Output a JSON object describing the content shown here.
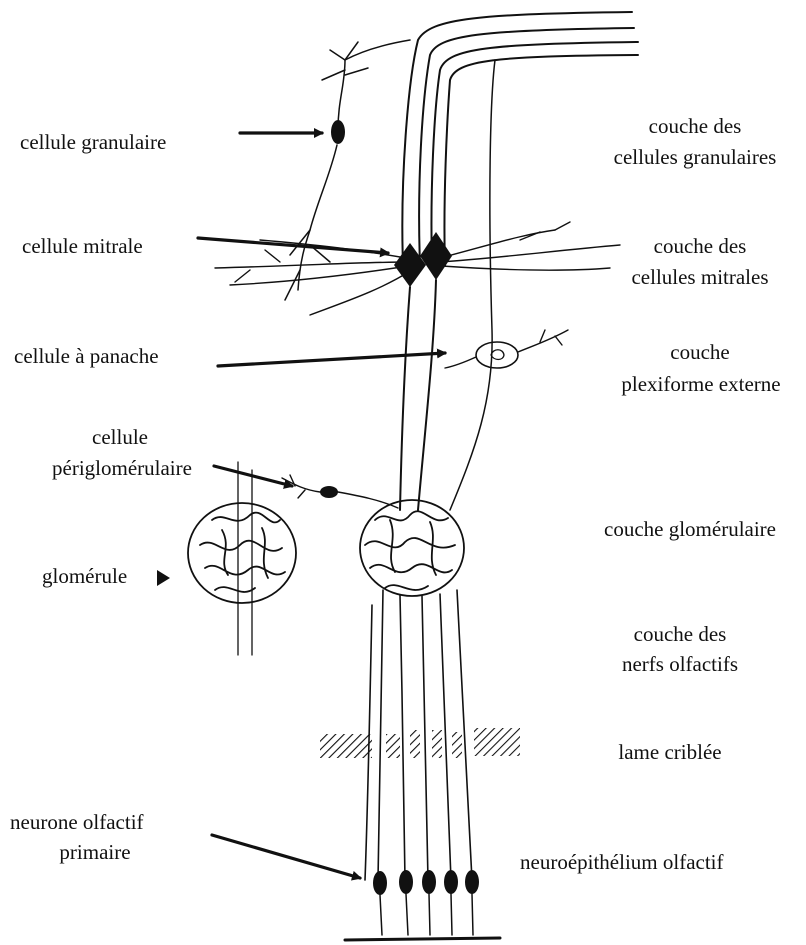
{
  "left_labels": {
    "granular_cell": "cellule granulaire",
    "mitral_cell": "cellule mitrale",
    "tufted_cell": "cellule à panache",
    "periglomerular_cell_line1": "cellule",
    "periglomerular_cell_line2": "périglomérulaire",
    "glomerulus": "glomérule",
    "olfactory_neuron_line1": "neurone olfactif",
    "olfactory_neuron_line2": "primaire"
  },
  "right_labels": {
    "granular_layer_line1": "couche des",
    "granular_layer_line2": "cellules granulaires",
    "mitral_layer_line1": "couche des",
    "mitral_layer_line2": "cellules mitrales",
    "plexiform_layer_line1": "couche",
    "plexiform_layer_line2": "plexiforme externe",
    "glomerular_layer": "couche glomérulaire",
    "nerve_layer_line1": "couche des",
    "nerve_layer_line2": "nerfs olfactifs",
    "cribriform_plate": "lame criblée",
    "neuroepithelium": "neuroépithélium olfactif"
  },
  "colors": {
    "ink": "#111111",
    "background": "#ffffff"
  }
}
